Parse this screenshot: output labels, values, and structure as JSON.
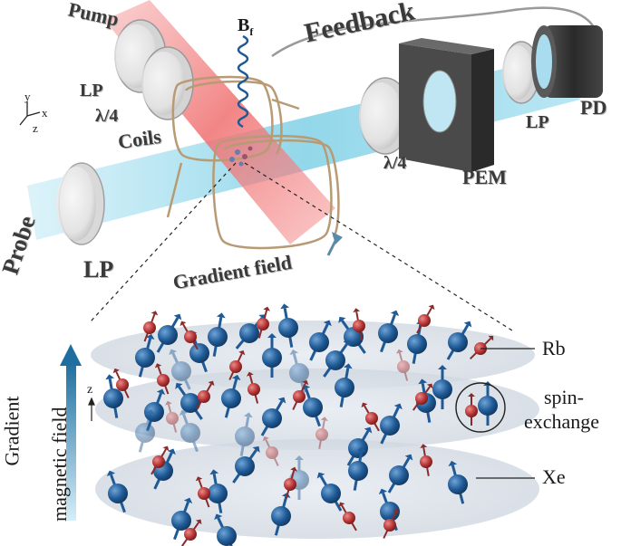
{
  "labels": {
    "pump": "Pump",
    "feedback": "Feedback",
    "b_field": "B",
    "b_field_sub": "f",
    "lp_top": "LP",
    "lambda4_left": "λ/4",
    "coils": "Coils",
    "axis_y": "y",
    "axis_x": "x",
    "axis_z": "z",
    "lambda4_right": "λ/4",
    "pem": "PEM",
    "lp_right": "LP",
    "pd": "PD",
    "probe": "Probe",
    "lp_left": "LP",
    "gradient_field": "Gradient field",
    "gradient_magnetic_line1": "Gradient",
    "gradient_magnetic_line2": "magnetic field",
    "z_small": "z",
    "rb": "Rb",
    "spin_exchange_line1": "spin-",
    "spin_exchange_line2": "exchange",
    "xe": "Xe"
  },
  "colors": {
    "probe_beam": "#7fd0e6",
    "pump_beam": "#f07878",
    "xe_atom": "#1f5a96",
    "rb_atom": "#b83535",
    "coil": "#b89a74",
    "pem_body": "#3c3c3c",
    "pd_body": "#3a3a3a",
    "arrow_gradient": "#1e6fa0"
  }
}
